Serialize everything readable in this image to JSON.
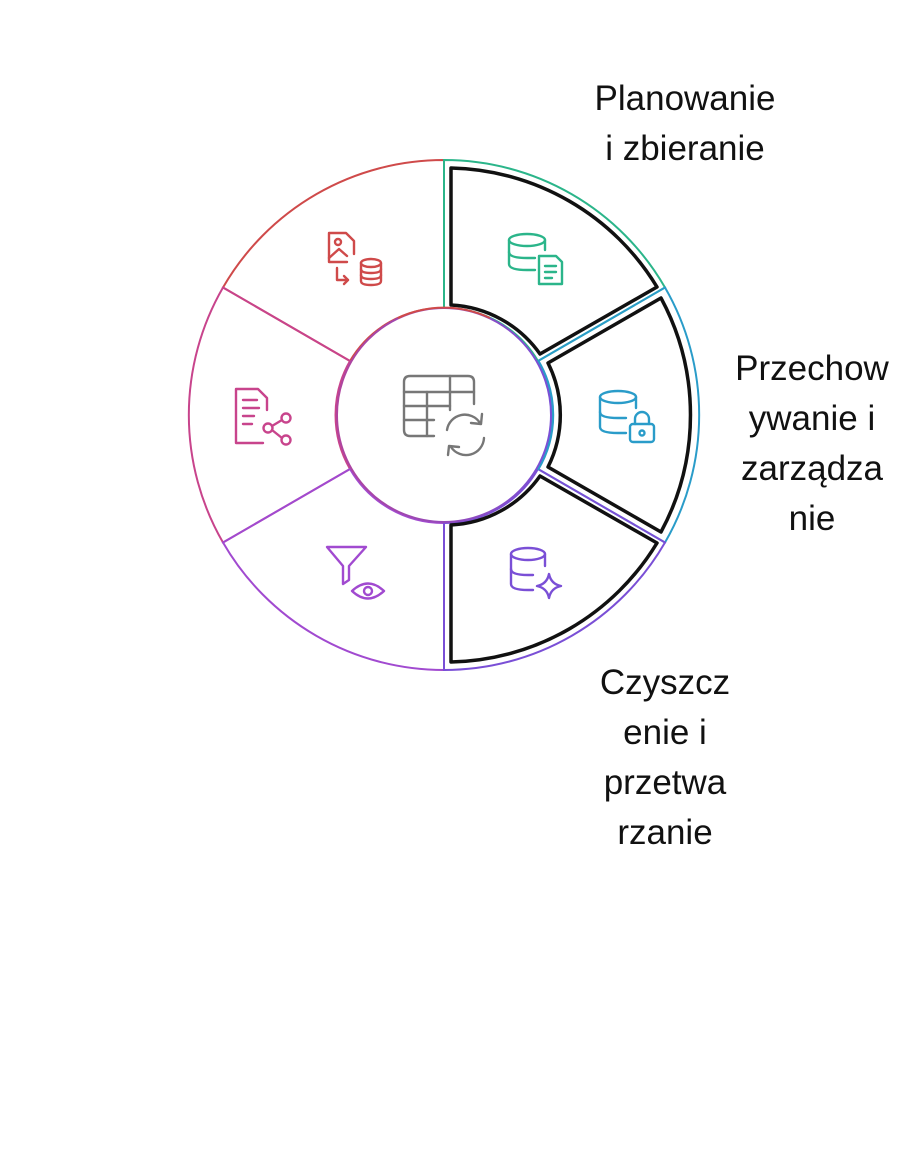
{
  "diagram": {
    "labels": [
      {
        "lines": [
          "Planowanie",
          "i zbieranie"
        ]
      },
      {
        "lines": [
          "Przechow",
          "ywanie i",
          "zarządza",
          "nie"
        ]
      },
      {
        "lines": [
          "Czyszcz",
          "enie i",
          "przetwa",
          "rzanie"
        ]
      }
    ],
    "segments": [
      {
        "icon": "database-document-icon",
        "color": "#2bb58a",
        "highlighted": true
      },
      {
        "icon": "database-lock-icon",
        "color": "#2a9cc9",
        "highlighted": true
      },
      {
        "icon": "database-sparkle-icon",
        "color": "#7a4fd6",
        "highlighted": true
      },
      {
        "icon": "funnel-eye-icon",
        "color": "#a14ad0",
        "highlighted": false
      },
      {
        "icon": "document-share-icon",
        "color": "#c8448c",
        "highlighted": false
      },
      {
        "icon": "image-to-database-icon",
        "color": "#cf4a4a",
        "highlighted": false
      }
    ],
    "center": {
      "icon": "table-refresh-icon",
      "color": "#777777"
    }
  }
}
